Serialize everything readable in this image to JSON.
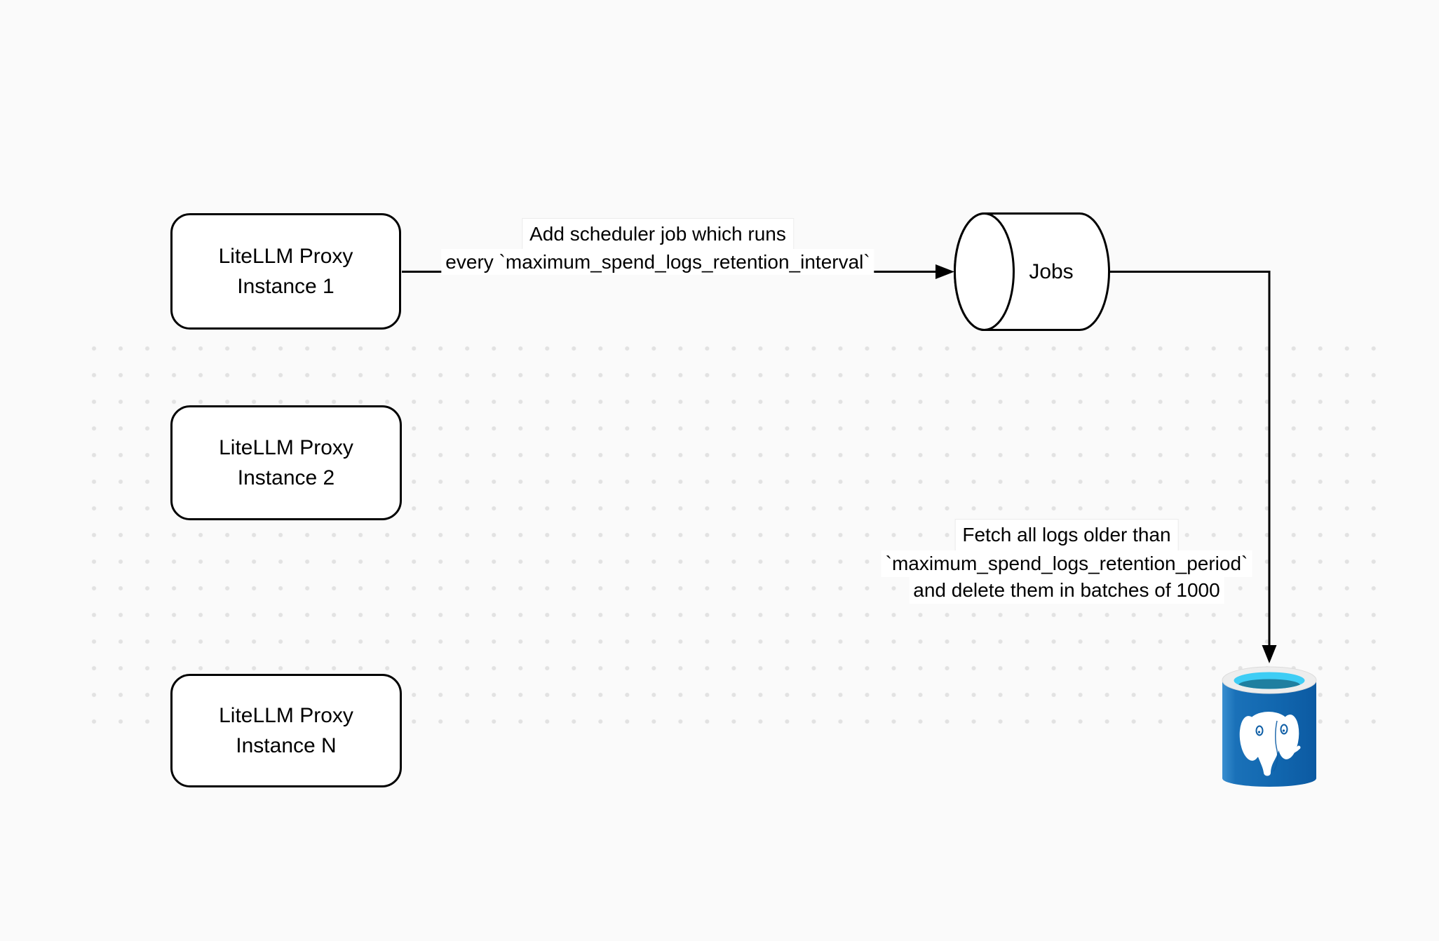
{
  "diagram": {
    "nodes": {
      "instance1": {
        "label": "LiteLLM Proxy\nInstance 1"
      },
      "instance2": {
        "label": "LiteLLM Proxy\nInstance 2"
      },
      "instanceN": {
        "label": "LiteLLM Proxy\nInstance N"
      },
      "jobs": {
        "label": "Jobs"
      }
    },
    "edges": {
      "scheduler_job": {
        "line1": "Add scheduler job which runs",
        "line2": "every `maximum_spend_logs_retention_interval`"
      },
      "fetch_delete": {
        "line1": "Fetch all logs older than",
        "line2": "`maximum_spend_logs_retention_period`",
        "line3": "and delete them in batches of 1000"
      }
    },
    "icons": {
      "database": "postgresql-database-icon"
    },
    "colors": {
      "background": "#fafafa",
      "grid_dot": "#e2e2e2",
      "stroke": "#000000",
      "node_fill": "#ffffff",
      "postgres_blue": "#1268b3",
      "postgres_blue_dark": "#0c5aa2",
      "postgres_blue_light": "#3a8fd0",
      "postgres_cyan": "#3ecdf5",
      "postgres_teal": "#1f7fa0",
      "postgres_rim": "#ededed"
    }
  }
}
